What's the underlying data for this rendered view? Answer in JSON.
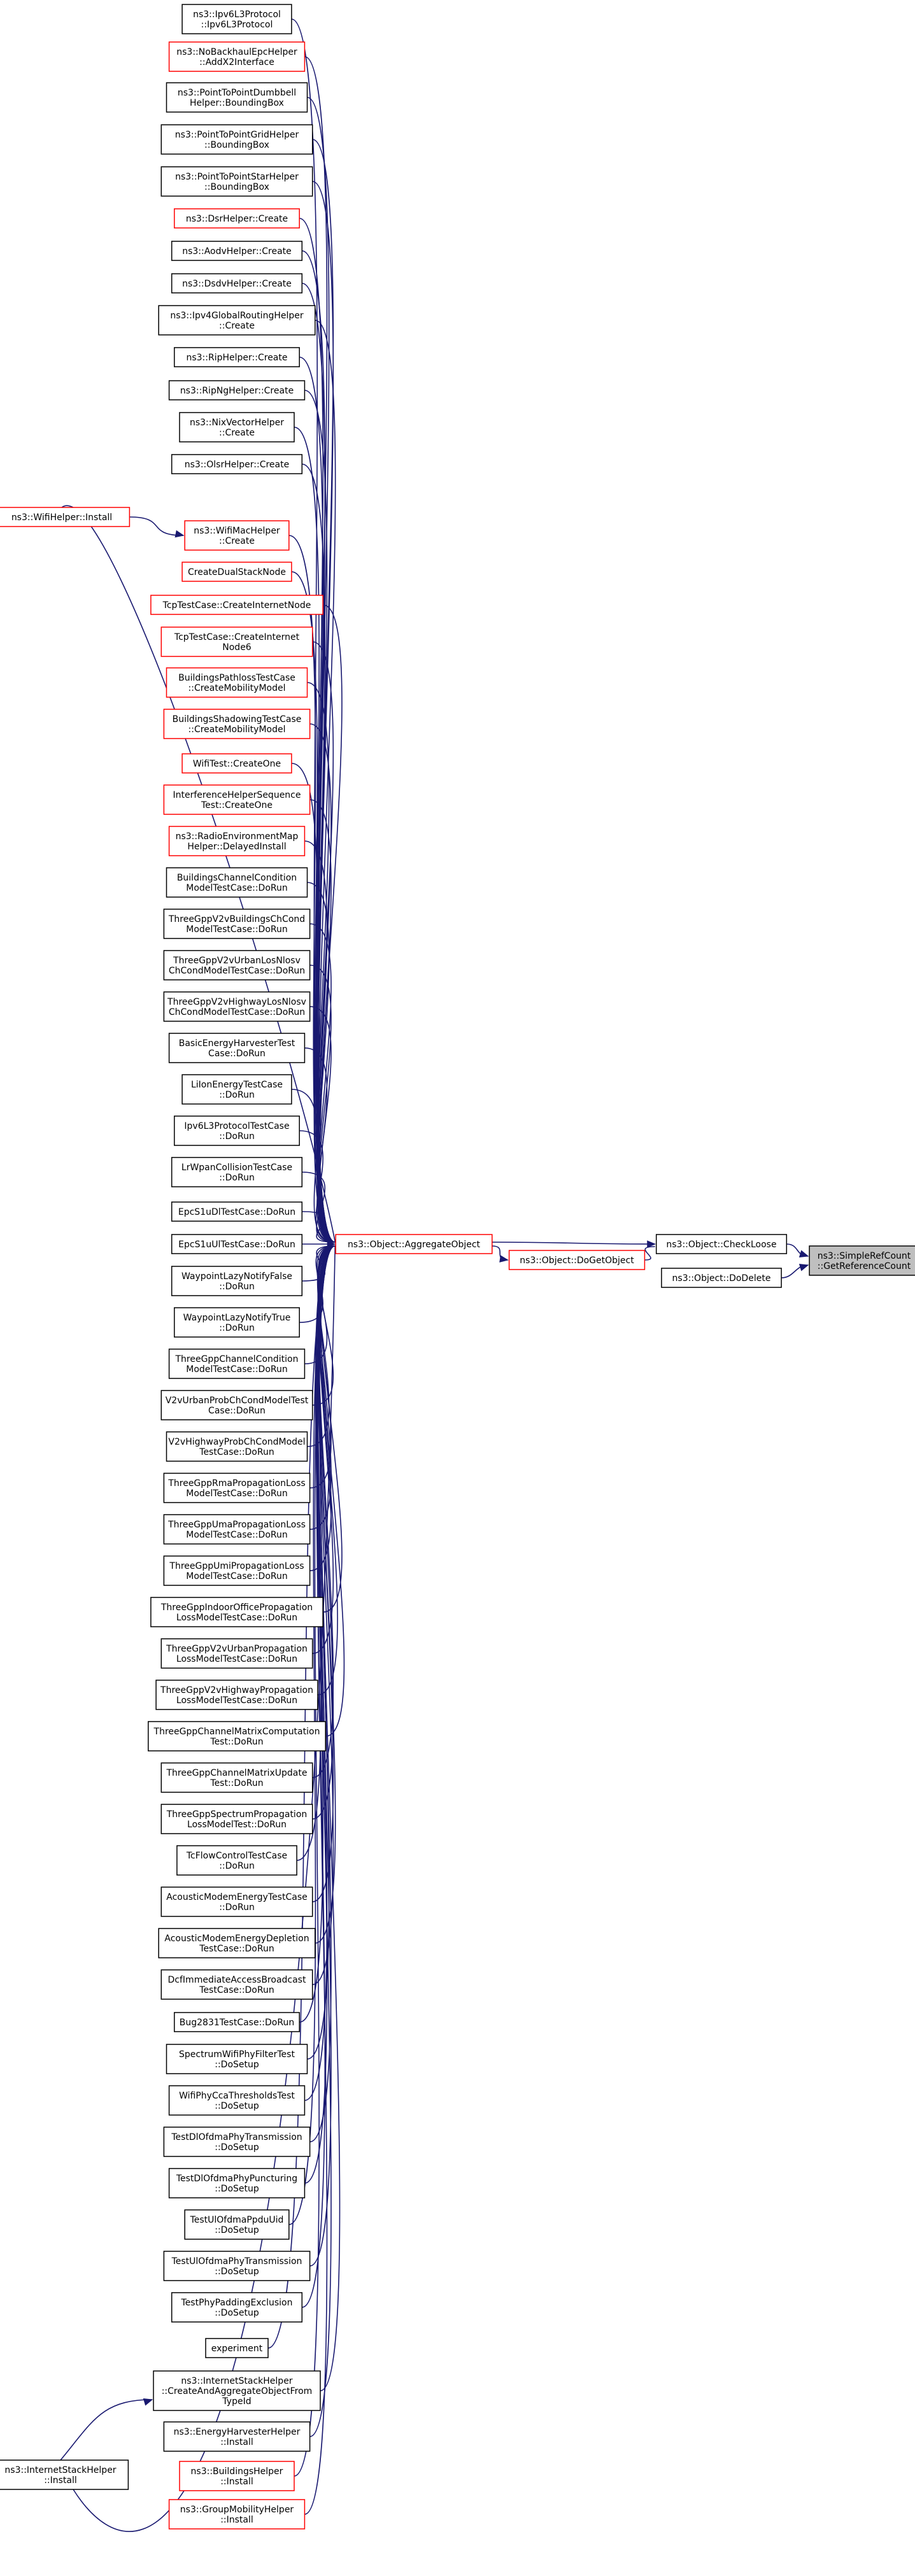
{
  "diagram": {
    "type": "call-graph",
    "edge_color": "#191970",
    "node_border_default": "#000000",
    "node_border_incomplete": "#ff0000",
    "focus_fill": "#bfbfbf",
    "nodes": [
      {
        "id": "ipv6l3",
        "lines": [
          "ns3::Ipv6L3Protocol",
          "::Ipv6L3Protocol"
        ],
        "color": "black"
      },
      {
        "id": "noback",
        "lines": [
          "ns3::NoBackhaulEpcHelper",
          "::AddX2Interface"
        ],
        "color": "red"
      },
      {
        "id": "p2pdb",
        "lines": [
          "ns3::PointToPointDumbbell",
          "Helper::BoundingBox"
        ],
        "color": "black"
      },
      {
        "id": "p2pgrid",
        "lines": [
          "ns3::PointToPointGridHelper",
          "::BoundingBox"
        ],
        "color": "black"
      },
      {
        "id": "p2pstar",
        "lines": [
          "ns3::PointToPointStarHelper",
          "::BoundingBox"
        ],
        "color": "black"
      },
      {
        "id": "dsr",
        "lines": [
          "ns3::DsrHelper::Create"
        ],
        "color": "red"
      },
      {
        "id": "aodv",
        "lines": [
          "ns3::AodvHelper::Create"
        ],
        "color": "black"
      },
      {
        "id": "dsdv",
        "lines": [
          "ns3::DsdvHelper::Create"
        ],
        "color": "black"
      },
      {
        "id": "ipv4gr",
        "lines": [
          "ns3::Ipv4GlobalRoutingHelper",
          "::Create"
        ],
        "color": "black"
      },
      {
        "id": "rip",
        "lines": [
          "ns3::RipHelper::Create"
        ],
        "color": "black"
      },
      {
        "id": "ripng",
        "lines": [
          "ns3::RipNgHelper::Create"
        ],
        "color": "black"
      },
      {
        "id": "nixv",
        "lines": [
          "ns3::NixVectorHelper",
          "::Create"
        ],
        "color": "black"
      },
      {
        "id": "olsr",
        "lines": [
          "ns3::OlsrHelper::Create"
        ],
        "color": "black"
      },
      {
        "id": "wifimac",
        "lines": [
          "ns3::WifiMacHelper",
          "::Create"
        ],
        "color": "red"
      },
      {
        "id": "cdsn",
        "lines": [
          "CreateDualStackNode"
        ],
        "color": "red"
      },
      {
        "id": "tcpin",
        "lines": [
          "TcpTestCase::CreateInternetNode"
        ],
        "color": "red"
      },
      {
        "id": "tcpin6",
        "lines": [
          "TcpTestCase::CreateInternet",
          "Node6"
        ],
        "color": "red"
      },
      {
        "id": "bplt",
        "lines": [
          "BuildingsPathlossTestCase",
          "::CreateMobilityModel"
        ],
        "color": "red"
      },
      {
        "id": "bst",
        "lines": [
          "BuildingsShadowingTestCase",
          "::CreateMobilityModel"
        ],
        "color": "red"
      },
      {
        "id": "wifico",
        "lines": [
          "WifiTest::CreateOne"
        ],
        "color": "red"
      },
      {
        "id": "ihst",
        "lines": [
          "InterferenceHelperSequence",
          "Test::CreateOne"
        ],
        "color": "red"
      },
      {
        "id": "remh",
        "lines": [
          "ns3::RadioEnvironmentMap",
          "Helper::DelayedInstall"
        ],
        "color": "red"
      },
      {
        "id": "bccm",
        "lines": [
          "BuildingsChannelCondition",
          "ModelTestCase::DoRun"
        ],
        "color": "black"
      },
      {
        "id": "t1",
        "lines": [
          "ThreeGppV2vBuildingsChCond",
          "ModelTestCase::DoRun"
        ],
        "color": "black"
      },
      {
        "id": "t2",
        "lines": [
          "ThreeGppV2vUrbanLosNlosv",
          "ChCondModelTestCase::DoRun"
        ],
        "color": "black"
      },
      {
        "id": "t3",
        "lines": [
          "ThreeGppV2vHighwayLosNlosv",
          "ChCondModelTestCase::DoRun"
        ],
        "color": "black"
      },
      {
        "id": "beh",
        "lines": [
          "BasicEnergyHarvesterTest",
          "Case::DoRun"
        ],
        "color": "black"
      },
      {
        "id": "lion",
        "lines": [
          "LiIonEnergyTestCase",
          "::DoRun"
        ],
        "color": "black"
      },
      {
        "id": "ipv6tc",
        "lines": [
          "Ipv6L3ProtocolTestCase",
          "::DoRun"
        ],
        "color": "black"
      },
      {
        "id": "lrwpan",
        "lines": [
          "LrWpanCollisionTestCase",
          "::DoRun"
        ],
        "color": "black"
      },
      {
        "id": "epcdl",
        "lines": [
          "EpcS1uDlTestCase::DoRun"
        ],
        "color": "black"
      },
      {
        "id": "epcul",
        "lines": [
          "EpcS1uUlTestCase::DoRun"
        ],
        "color": "black"
      },
      {
        "id": "wplf",
        "lines": [
          "WaypointLazyNotifyFalse",
          "::DoRun"
        ],
        "color": "black"
      },
      {
        "id": "wplt",
        "lines": [
          "WaypointLazyNotifyTrue",
          "::DoRun"
        ],
        "color": "black"
      },
      {
        "id": "t4",
        "lines": [
          "ThreeGppChannelCondition",
          "ModelTestCase::DoRun"
        ],
        "color": "black"
      },
      {
        "id": "t5",
        "lines": [
          "V2vUrbanProbChCondModelTest",
          "Case::DoRun"
        ],
        "color": "black"
      },
      {
        "id": "t6",
        "lines": [
          "V2vHighwayProbChCondModel",
          "TestCase::DoRun"
        ],
        "color": "black"
      },
      {
        "id": "t7",
        "lines": [
          "ThreeGppRmaPropagationLoss",
          "ModelTestCase::DoRun"
        ],
        "color": "black"
      },
      {
        "id": "t8",
        "lines": [
          "ThreeGppUmaPropagationLoss",
          "ModelTestCase::DoRun"
        ],
        "color": "black"
      },
      {
        "id": "t9",
        "lines": [
          "ThreeGppUmiPropagationLoss",
          "ModelTestCase::DoRun"
        ],
        "color": "black"
      },
      {
        "id": "t10",
        "lines": [
          "ThreeGppIndoorOfficePropagation",
          "LossModelTestCase::DoRun"
        ],
        "color": "black"
      },
      {
        "id": "t11",
        "lines": [
          "ThreeGppV2vUrbanPropagation",
          "LossModelTestCase::DoRun"
        ],
        "color": "black"
      },
      {
        "id": "t12",
        "lines": [
          "ThreeGppV2vHighwayPropagation",
          "LossModelTestCase::DoRun"
        ],
        "color": "black"
      },
      {
        "id": "t13",
        "lines": [
          "ThreeGppChannelMatrixComputation",
          "Test::DoRun"
        ],
        "color": "black"
      },
      {
        "id": "t14",
        "lines": [
          "ThreeGppChannelMatrixUpdate",
          "Test::DoRun"
        ],
        "color": "black"
      },
      {
        "id": "t15",
        "lines": [
          "ThreeGppSpectrumPropagation",
          "LossModelTest::DoRun"
        ],
        "color": "black"
      },
      {
        "id": "tcfc",
        "lines": [
          "TcFlowControlTestCase",
          "::DoRun"
        ],
        "color": "black"
      },
      {
        "id": "amet",
        "lines": [
          "AcousticModemEnergyTestCase",
          "::DoRun"
        ],
        "color": "black"
      },
      {
        "id": "amed",
        "lines": [
          "AcousticModemEnergyDepletion",
          "TestCase::DoRun"
        ],
        "color": "black"
      },
      {
        "id": "dcf",
        "lines": [
          "DcfImmediateAccessBroadcast",
          "TestCase::DoRun"
        ],
        "color": "black"
      },
      {
        "id": "bug",
        "lines": [
          "Bug2831TestCase::DoRun"
        ],
        "color": "black"
      },
      {
        "id": "swpf",
        "lines": [
          "SpectrumWifiPhyFilterTest",
          "::DoSetup"
        ],
        "color": "black"
      },
      {
        "id": "wpcca",
        "lines": [
          "WifiPhyCcaThresholdsTest",
          "::DoSetup"
        ],
        "color": "black"
      },
      {
        "id": "tdl1",
        "lines": [
          "TestDlOfdmaPhyTransmission",
          "::DoSetup"
        ],
        "color": "black"
      },
      {
        "id": "tdl2",
        "lines": [
          "TestDlOfdmaPhyPuncturing",
          "::DoSetup"
        ],
        "color": "black"
      },
      {
        "id": "tul1",
        "lines": [
          "TestUlOfdmaPpduUid",
          "::DoSetup"
        ],
        "color": "black"
      },
      {
        "id": "tul2",
        "lines": [
          "TestUlOfdmaPhyTransmission",
          "::DoSetup"
        ],
        "color": "black"
      },
      {
        "id": "tpe",
        "lines": [
          "TestPhyPaddingExclusion",
          "::DoSetup"
        ],
        "color": "black"
      },
      {
        "id": "exp",
        "lines": [
          "experiment"
        ],
        "color": "black"
      },
      {
        "id": "ishca",
        "lines": [
          "ns3::InternetStackHelper",
          "::CreateAndAggregateObjectFrom",
          "TypeId"
        ],
        "color": "black"
      },
      {
        "id": "ehi",
        "lines": [
          "ns3::EnergyHarvesterHelper",
          "::Install"
        ],
        "color": "black"
      },
      {
        "id": "bhi",
        "lines": [
          "ns3::BuildingsHelper",
          "::Install"
        ],
        "color": "red"
      },
      {
        "id": "gmhi",
        "lines": [
          "ns3::GroupMobilityHelper",
          "::Install"
        ],
        "color": "red"
      },
      {
        "id": "wifihi",
        "lines": [
          "ns3::WifiHelper::Install"
        ],
        "color": "red"
      },
      {
        "id": "ishi",
        "lines": [
          "ns3::InternetStackHelper",
          "::Install"
        ],
        "color": "black"
      },
      {
        "id": "agg",
        "lines": [
          "ns3::Object::AggregateObject"
        ],
        "color": "red"
      },
      {
        "id": "dgo",
        "lines": [
          "ns3::Object::DoGetObject"
        ],
        "color": "red"
      },
      {
        "id": "chk",
        "lines": [
          "ns3::Object::CheckLoose"
        ],
        "color": "black"
      },
      {
        "id": "dod",
        "lines": [
          "ns3::Object::DoDelete"
        ],
        "color": "black"
      },
      {
        "id": "focus",
        "lines": [
          "ns3::SimpleRefCount",
          "::GetReferenceCount"
        ],
        "color": "black",
        "focus": true
      }
    ]
  }
}
